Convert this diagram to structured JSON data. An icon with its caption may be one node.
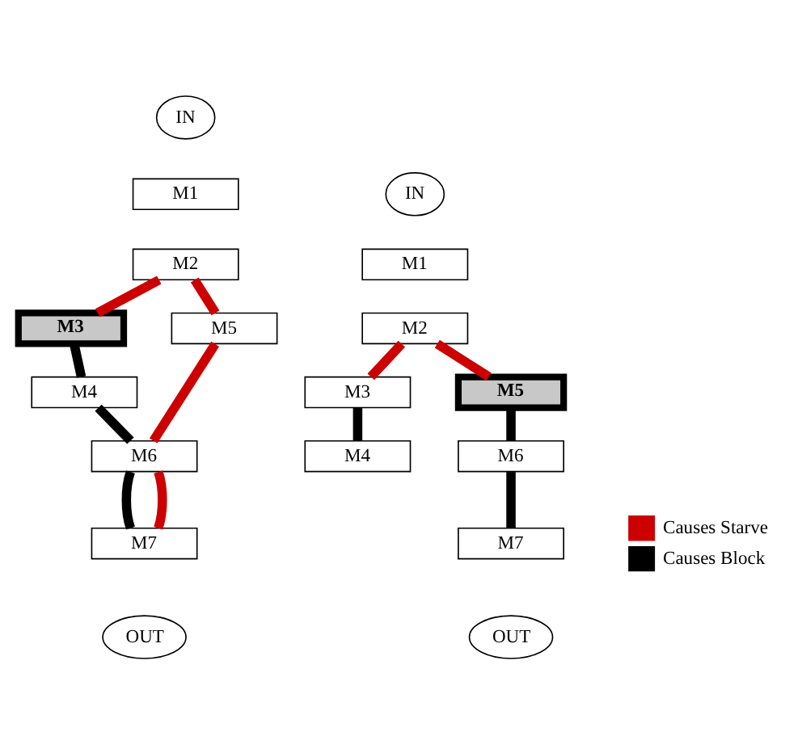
{
  "diagram": {
    "nodes": [
      {
        "text": [
          "IN"
        ]
      },
      {
        "text": [
          "M1"
        ]
      },
      {
        "text": [
          "M2"
        ]
      },
      {
        "text": [
          "M3"
        ]
      },
      {
        "text": [
          "M4"
        ]
      },
      {
        "text": [
          "M5"
        ]
      },
      {
        "text": [
          "M6"
        ]
      },
      {
        "text": [
          "M7"
        ]
      },
      {
        "text": [
          "OUT"
        ]
      },
      {
        "text": [
          "IN"
        ]
      },
      {
        "text": [
          "M1"
        ]
      },
      {
        "text": [
          "M2"
        ]
      },
      {
        "text": [
          "M3"
        ]
      },
      {
        "text": [
          "M4"
        ]
      },
      {
        "text": [
          "M5"
        ]
      },
      {
        "text": [
          "M6"
        ]
      },
      {
        "text": [
          "M7"
        ]
      },
      {
        "text": [
          "OUT"
        ]
      }
    ],
    "edges": [
      {
        "from": 2,
        "to": 3,
        "arrow": "none",
        "color": "#cc0000"
      },
      {
        "from": 2,
        "to": 5,
        "arrow": "none",
        "color": "#cc0000"
      },
      {
        "from": 3,
        "to": 4,
        "arrow": "none",
        "color": "#000000"
      },
      {
        "from": 4,
        "to": 6,
        "arrow": "none",
        "color": "#000000"
      },
      {
        "from": 5,
        "to": 6,
        "arrow": "none",
        "color": "#cc0000"
      },
      {
        "from": 6,
        "to": 7,
        "arrow": "none",
        "color": "#000000"
      },
      {
        "from": 6,
        "to": 7,
        "arrow": "none",
        "color": "#cc0000"
      },
      {
        "from": 11,
        "to": 12,
        "arrow": "none",
        "color": "#cc0000"
      },
      {
        "from": 11,
        "to": 14,
        "arrow": "none",
        "color": "#cc0000"
      },
      {
        "from": 12,
        "to": 13,
        "arrow": "none",
        "color": "#000000"
      },
      {
        "from": 14,
        "to": 15,
        "arrow": "none",
        "color": "#000000"
      },
      {
        "from": 15,
        "to": 16,
        "arrow": "none",
        "color": "#000000"
      }
    ],
    "legend": [
      {
        "text": "Causes Starve",
        "color": "#cc0000"
      },
      {
        "text": "Causes Block",
        "color": "#000000"
      }
    ]
  }
}
